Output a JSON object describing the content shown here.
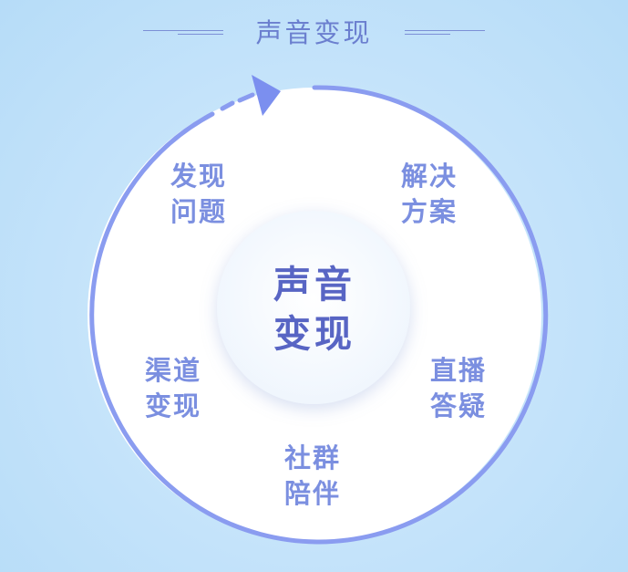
{
  "header": {
    "title": "声音变现"
  },
  "diagram": {
    "center": {
      "line1": "声音",
      "line2": "变现"
    },
    "stages": [
      {
        "line1": "发现",
        "line2": "问题"
      },
      {
        "line1": "解决",
        "line2": "方案"
      },
      {
        "line1": "直播",
        "line2": "答疑"
      },
      {
        "line1": "社群",
        "line2": "陪伴"
      },
      {
        "line1": "渠道",
        "line2": "变现"
      }
    ]
  },
  "colors": {
    "accent": "#7b8fe0",
    "center_text": "#5865c4",
    "ring": "#8a9cf0",
    "background": "#c4e3fa"
  }
}
